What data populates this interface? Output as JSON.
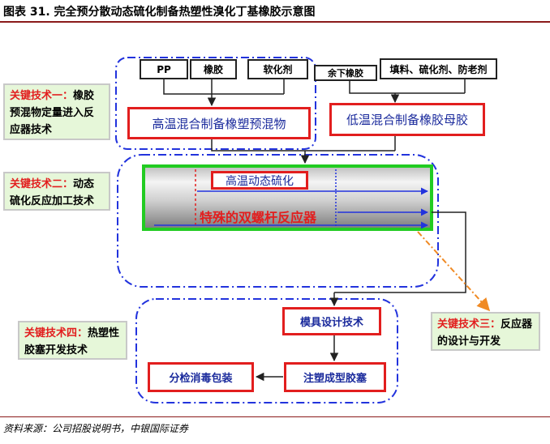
{
  "title": "图表 31. 完全预分散动态硫化制备热塑性溴化丁基橡胶示意图",
  "source": "资料来源：公司招股说明书，中银国际证券",
  "inputs_left": [
    "PP",
    "橡胶",
    "软化剂"
  ],
  "inputs_right": [
    "余下橡胶",
    "填料、硫化剂、防老剂"
  ],
  "process": {
    "high_temp_premix": "高温混合制备橡塑预混物",
    "low_temp_masterbatch": "低温混合制备橡胶母胶",
    "dynamic_vulcanization": "高温动态硫化",
    "twin_screw_reactor": "特殊的双螺杆反应器",
    "mold_design": "模具设计技术",
    "injection_molding": "注塑成型胶塞",
    "inspection_packaging": "分检消毒包装"
  },
  "key_technologies": [
    {
      "name": "关键技术一：",
      "desc_lead": "橡胶",
      "desc": "预混物定量进入反应器技术"
    },
    {
      "name": "关键技术二：",
      "desc_lead": "动态",
      "desc": "硫化反应加工技术"
    },
    {
      "name": "关键技术三：",
      "desc_lead": "反应",
      "desc": "器的设计与开发"
    },
    {
      "name": "关键技术四：",
      "desc_lead": "热塑",
      "desc": "性胶塞开发技术"
    }
  ],
  "colors": {
    "accent_red": "#e21e1e",
    "label_blue": "#1a2a9c",
    "dashed_blue": "#2233dd",
    "reactor_green": "#22cc22",
    "key_bg": "#e6f7d9",
    "orange_arrow": "#f08a24",
    "rule_red": "#8b1a1a"
  }
}
